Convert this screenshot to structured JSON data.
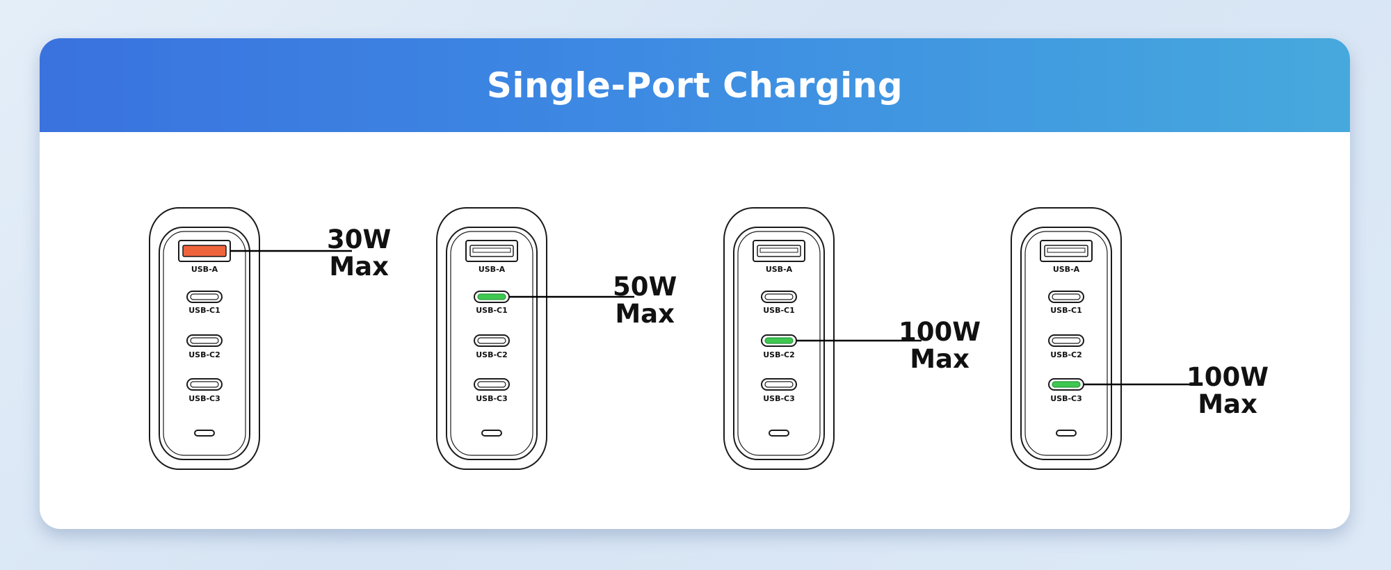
{
  "title": "Single-Port Charging",
  "port_labels": [
    "USB-A",
    "USB-C1",
    "USB-C2",
    "USB-C3"
  ],
  "colors": {
    "usb_a_active": "#f0643c",
    "usb_c_active": "#3ec850",
    "header_start": "#3a72de",
    "header_end": "#46a9dd"
  },
  "chargers": [
    {
      "active_port": "USB-A",
      "power": "30W",
      "unit_label": "Max"
    },
    {
      "active_port": "USB-C1",
      "power": "50W",
      "unit_label": "Max"
    },
    {
      "active_port": "USB-C2",
      "power": "100W",
      "unit_label": "Max"
    },
    {
      "active_port": "USB-C3",
      "power": "100W",
      "unit_label": "Max"
    }
  ]
}
